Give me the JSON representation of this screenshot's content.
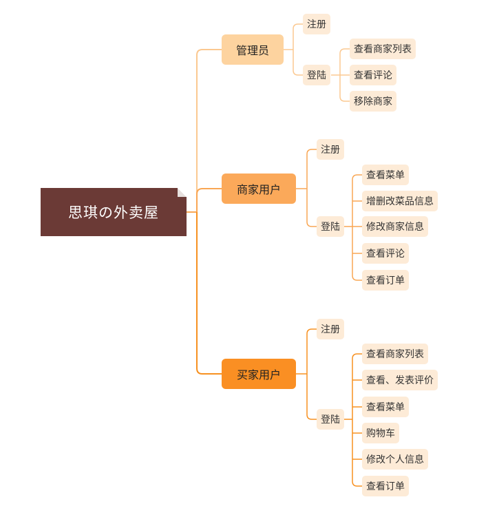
{
  "root": {
    "label": "思琪の外卖屋"
  },
  "colors": {
    "root_bg": "#6b3a36",
    "admin_bg": "#fdd39f",
    "merchant_bg": "#fba95a",
    "buyer_bg": "#fa8f23",
    "leaf_bg": "#fdebd7",
    "admin_line": "#fbc890",
    "merchant_line": "#f9a653",
    "buyer_line": "#f7901f"
  },
  "branches": {
    "admin": {
      "label": "管理员",
      "register": "注册",
      "login": "登陆",
      "items": [
        "查看商家列表",
        "查看评论",
        "移除商家"
      ]
    },
    "merchant": {
      "label": "商家用户",
      "register": "注册",
      "login": "登陆",
      "items": [
        "查看菜单",
        "增删改菜品信息",
        "修改商家信息",
        "查看评论",
        "查看订单"
      ]
    },
    "buyer": {
      "label": "买家用户",
      "register": "注册",
      "login": "登陆",
      "items": [
        "查看商家列表",
        "查看、发表评价",
        "查看菜单",
        "购物车",
        "修改个人信息",
        "查看订单"
      ]
    }
  }
}
